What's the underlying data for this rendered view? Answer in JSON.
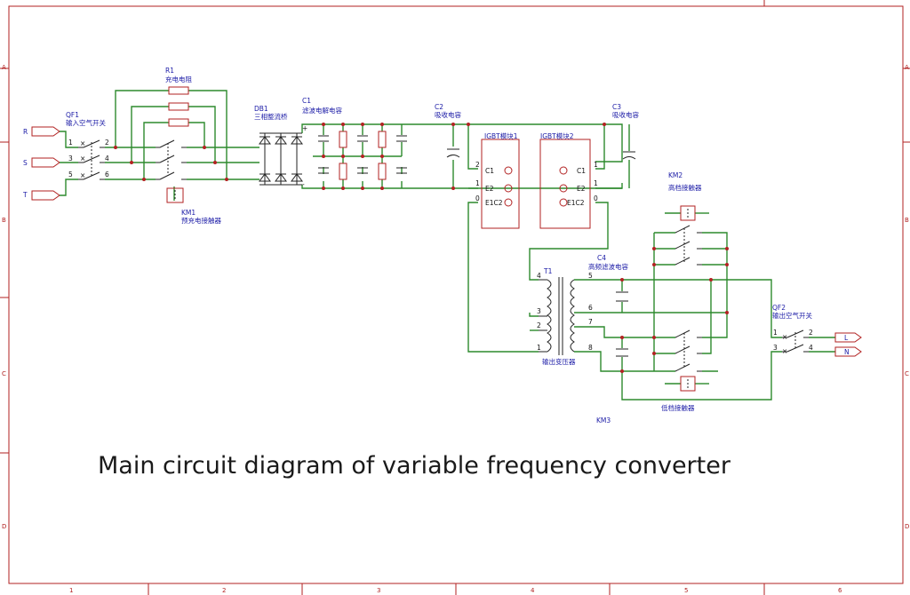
{
  "caption": "Main circuit diagram of variable frequency converter",
  "sheet": {
    "zones_top": [
      "1",
      "2",
      "3",
      "4",
      "5",
      "6"
    ],
    "zones_side": [
      "A",
      "B",
      "C",
      "D"
    ]
  },
  "labels": {
    "r1": "R1",
    "r1_desc": "充电电阻",
    "qf1": "QF1",
    "qf1_desc": "输入空气开关",
    "km1": "KM1",
    "km1_desc": "预充电接触器",
    "db1": "DB1",
    "db1_desc": "三相整流桥",
    "c1": "C1",
    "c1_desc": "滤波电解电容",
    "c2": "C2",
    "c2_desc": "吸收电容",
    "c3": "C3",
    "c3_desc": "吸收电容",
    "igbt1": "IGBT模块1",
    "igbt2": "IGBT模块2",
    "km2": "KM2",
    "km2_desc": "高档接触器",
    "t1": "T1",
    "t1_desc": "输出变压器",
    "c4": "C4",
    "c4_desc": "高频滤波电容",
    "qf2": "QF2",
    "qf2_desc": "输出空气开关",
    "km3": "KM3",
    "km3_desc": "低档接触器"
  },
  "ports": {
    "in_r": "R",
    "in_s": "S",
    "in_t": "T",
    "out_l": "L",
    "out_n": "N"
  },
  "pins": {
    "qf1": [
      "1",
      "2",
      "3",
      "4",
      "5",
      "6"
    ],
    "igbt1": [
      "2",
      "1",
      "0"
    ],
    "igbt1_terms": [
      "C1",
      "E2",
      "E1C2"
    ],
    "igbt2": [
      "1",
      "1",
      "0"
    ],
    "igbt2_terms": [
      "C1",
      "E2",
      "E1C2"
    ],
    "t1_pri": [
      "4",
      "3",
      "2",
      "1"
    ],
    "t1_sec": [
      "5",
      "6",
      "7",
      "8"
    ],
    "qf2": [
      "1",
      "2",
      "3",
      "4"
    ],
    "db1_plus": "+",
    "db1_minus": "-"
  },
  "colors": {
    "wire": "#2d8a2d",
    "component": "#b22222",
    "text": "#1a1aa6",
    "border": "#b22222"
  }
}
